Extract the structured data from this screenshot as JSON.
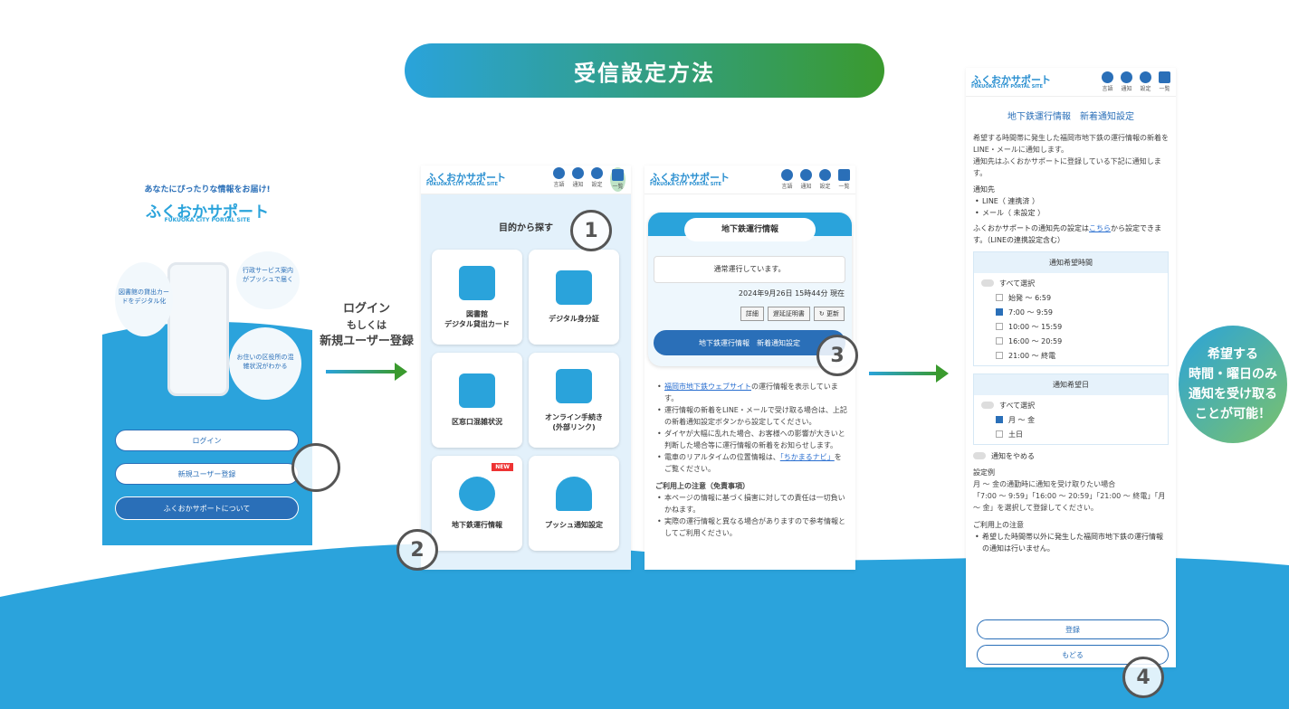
{
  "title": "受信設定方法",
  "colors": {
    "brand_blue": "#2a6fb8",
    "wave": "#2ba3dc",
    "accent_green": "#3a9a2e"
  },
  "step1": {
    "tagline": "あなたにぴったりな情報をお届け!",
    "logo": "ふくおかサポート",
    "logo_sub": "FUKUOKA CiTY PORTAL SITE",
    "bubbles": [
      "図書館の貸出カードをデジタル化",
      "行政サービス案内がプッシュで届く",
      "お住いの区役所の混雑状況がわかる"
    ],
    "login": "ログイン",
    "register": "新規ユーザー登録",
    "about": "ふくおかサポートについて"
  },
  "arrow1_text": [
    "ログイン",
    "もしくは",
    "新規ユーザー登録"
  ],
  "header": {
    "logo": "ふくおかサポート",
    "logo_sub": "FUKUOKA CITY PORTAL SITE",
    "icons": [
      {
        "icon": "globe-icon",
        "label": "言語"
      },
      {
        "icon": "bell-icon",
        "label": "通知"
      },
      {
        "icon": "user-icon",
        "label": "設定"
      },
      {
        "icon": "grid-icon",
        "label": "一覧"
      }
    ]
  },
  "step2": {
    "heading": "目的から探す",
    "tiles": [
      {
        "label": "図書館\nデジタル貸出カード",
        "icon": "book-icon"
      },
      {
        "label": "デジタル身分証",
        "icon": "id-card-icon"
      },
      {
        "label": "区窓口混雑状況",
        "icon": "people-icon"
      },
      {
        "label": "オンライン手続き\n(外部リンク)",
        "icon": "monitor-icon"
      },
      {
        "label": "地下鉄運行情報",
        "icon": "subway-icon",
        "badge": "NEW"
      },
      {
        "label": "プッシュ通知設定",
        "icon": "bell-icon"
      }
    ]
  },
  "step3": {
    "card_title": "地下鉄運行情報",
    "status": "通常運行しています。",
    "timestamp": "2024年9月26日 15時44分 現在",
    "btn_detail": "詳細",
    "btn_delay": "遅延証明書",
    "btn_refresh": "更新",
    "btn_notify": "地下鉄運行情報　新着通知設定",
    "bullets": [
      {
        "link": "福岡市地下鉄ウェブサイト",
        "text": "の運行情報を表示しています。"
      },
      {
        "text": "運行情報の新着をLINE・メールで受け取る場合は、上記の新着通知設定ボタンから設定してください。"
      },
      {
        "text": "ダイヤが大幅に乱れた場合、お客様への影響が大きいと判断した場合等に運行情報の新着をお知らせします。"
      },
      {
        "text": "電車のリアルタイムの位置情報は、",
        "link": "「ちかまるナビ」",
        "text2": "をご覧ください。"
      }
    ],
    "notice_title": "ご利用上の注意（免責事項）",
    "notices": [
      "本ページの情報に基づく損害に対しての責任は一切負いかねます。",
      "実際の運行情報と異なる場合がありますので参考情報としてご利用ください。"
    ]
  },
  "step4": {
    "title": "地下鉄運行情報　新着通知設定",
    "intro": "希望する時間帯に発生した福岡市地下鉄の運行情報の新着をLINE・メールに通知します。\n通知先はふくおかサポートに登録している下記に通知します。",
    "dest_label": "通知先",
    "dests": [
      "LINE（ 連携済 ）",
      "メール（ 未設定 ）"
    ],
    "setting_pre": "ふくおかサポートの通知先の設定は",
    "setting_link": "こちら",
    "setting_post": "から設定できます。（LINEの連携設定含む）",
    "time_header": "通知希望時間",
    "select_all": "すべて選択",
    "times": [
      {
        "label": "始発 〜 6:59",
        "checked": false
      },
      {
        "label": "7:00 〜 9:59",
        "checked": true
      },
      {
        "label": "10:00 〜 15:59",
        "checked": false
      },
      {
        "label": "16:00 〜 20:59",
        "checked": false
      },
      {
        "label": "21:00 〜 終電",
        "checked": false
      }
    ],
    "day_header": "通知希望日",
    "days": [
      {
        "label": "月 〜 金",
        "checked": true
      },
      {
        "label": "土日",
        "checked": false
      }
    ],
    "stop": "通知をやめる",
    "example_label": "設定例",
    "example": "月 〜 金の通勤時に通知を受け取りたい場合\n「7:00 〜 9:59」「16:00 〜 20:59」「21:00 〜 終電」「月 〜 金」を選択して登録してください。",
    "notice_label": "ご利用上の注意",
    "notice": "希望した時間帯以外に発生した福岡市地下鉄の運行情報の通知は行いません。",
    "register": "登録",
    "back": "もどる"
  },
  "callout": [
    "希望する",
    "時間・曜日のみ",
    "通知を受け取る",
    "ことが可能！"
  ],
  "steps": [
    "1",
    "2",
    "3",
    "4"
  ]
}
